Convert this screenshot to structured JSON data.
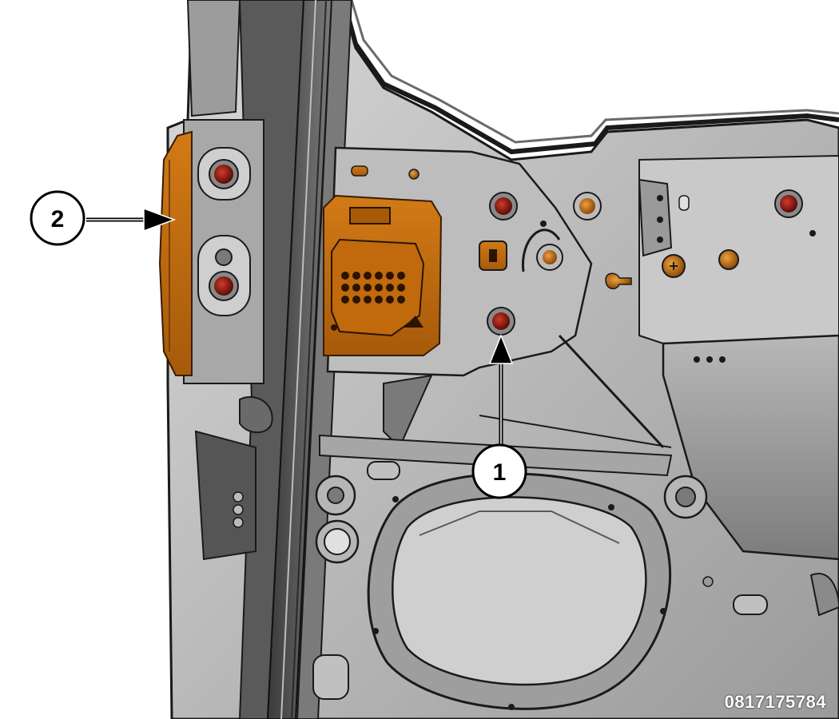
{
  "diagram": {
    "figure_code": "0817175784",
    "callouts": [
      {
        "id": "1",
        "label": "1"
      },
      {
        "id": "2",
        "label": "2"
      }
    ]
  },
  "colors": {
    "panel_dark": "#4a4a4a",
    "panel_mid": "#8c8c8c",
    "panel_light": "#c4c4c4",
    "panel_lighter": "#dcdcdc",
    "highlight_orange": "#c8700f",
    "highlight_orange_dark": "#8a4a08",
    "fastener_red": "#8c1a12",
    "outline": "#1a1a1a"
  }
}
